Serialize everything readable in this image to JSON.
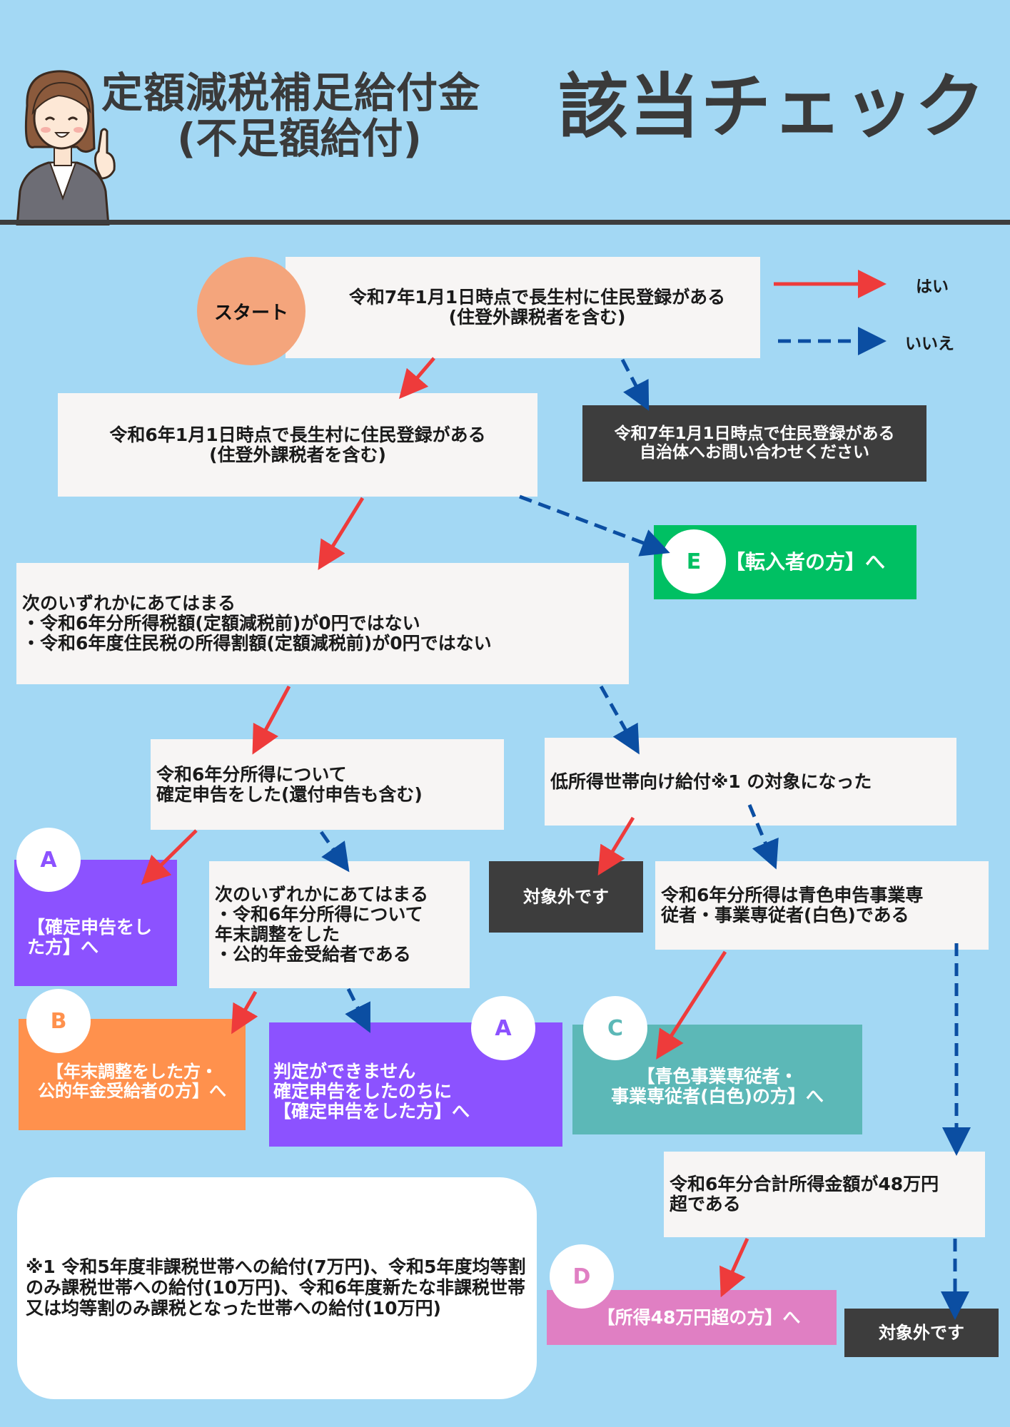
{
  "header": {
    "title_line1": "定額減税補足給付金",
    "title_line2": "(不足額給付)",
    "title_right": "該当チェック"
  },
  "legend": {
    "yes_label": "はい",
    "no_label": "いいえ",
    "yes_color": "#ee3b3b",
    "no_color": "#0b4ea2"
  },
  "nodes": {
    "start_label": "スタート",
    "q1": "令和7年1月1日時点で長生村に住民登録がある\n(住登外課税者を含む)",
    "q1_no": "令和7年1月1日時点で住民登録がある\n自治体へお問い合わせください",
    "q2": "令和6年1月1日時点で長生村に住民登録がある\n(住登外課税者を含む)",
    "e_letter": "E",
    "e_label": "【転入者の方】へ",
    "q3": "次のいずれかにあてはまる\n・令和6年分所得税額(定額減税前)が0円ではない\n・令和6年度住民税の所得割額(定額減税前)が0円ではない",
    "q4": "令和6年分所得について\n確定申告をした(還付申告も含む)",
    "q5": "低所得世帯向け給付※1 の対象になった",
    "a1_letter": "A",
    "a1_label": "【確定申告をし\nた方】へ",
    "q6": "次のいずれかにあてはまる\n・令和6年分所得について\n年末調整をした\n・公的年金受給者である",
    "out1": "対象外です",
    "q7": "令和6年分所得は青色申告事業専\n従者・事業専従者(白色)である",
    "b_letter": "B",
    "b_label": "【年末調整をした方・\n公的年金受給者の方】へ",
    "a2_letter": "A",
    "a2_label": "判定ができません\n確定申告をしたのちに\n【確定申告をした方】へ",
    "c_letter": "C",
    "c_label": "【青色事業専従者・\n事業専従者(白色)の方】へ",
    "q8": "令和6年分合計所得金額が48万円\n超である",
    "d_letter": "D",
    "d_label": "【所得48万円超の方】へ",
    "out2": "対象外です"
  },
  "footnote": "※1 令和5年度非課税世帯への給付(7万円)、令和5年度均等割のみ課税世帯への給付(10万円)、令和6年度新たな非課税世帯又は均等割のみ課税となった世帯への給付(10万円)",
  "colors": {
    "background": "#a3d8f4",
    "start": "#f4a57c",
    "green": "#00c063",
    "purple": "#8c52ff",
    "orange": "#ff914d",
    "teal": "#5cb8b7",
    "pink": "#e07fc3",
    "dark": "#3d3d3d"
  }
}
